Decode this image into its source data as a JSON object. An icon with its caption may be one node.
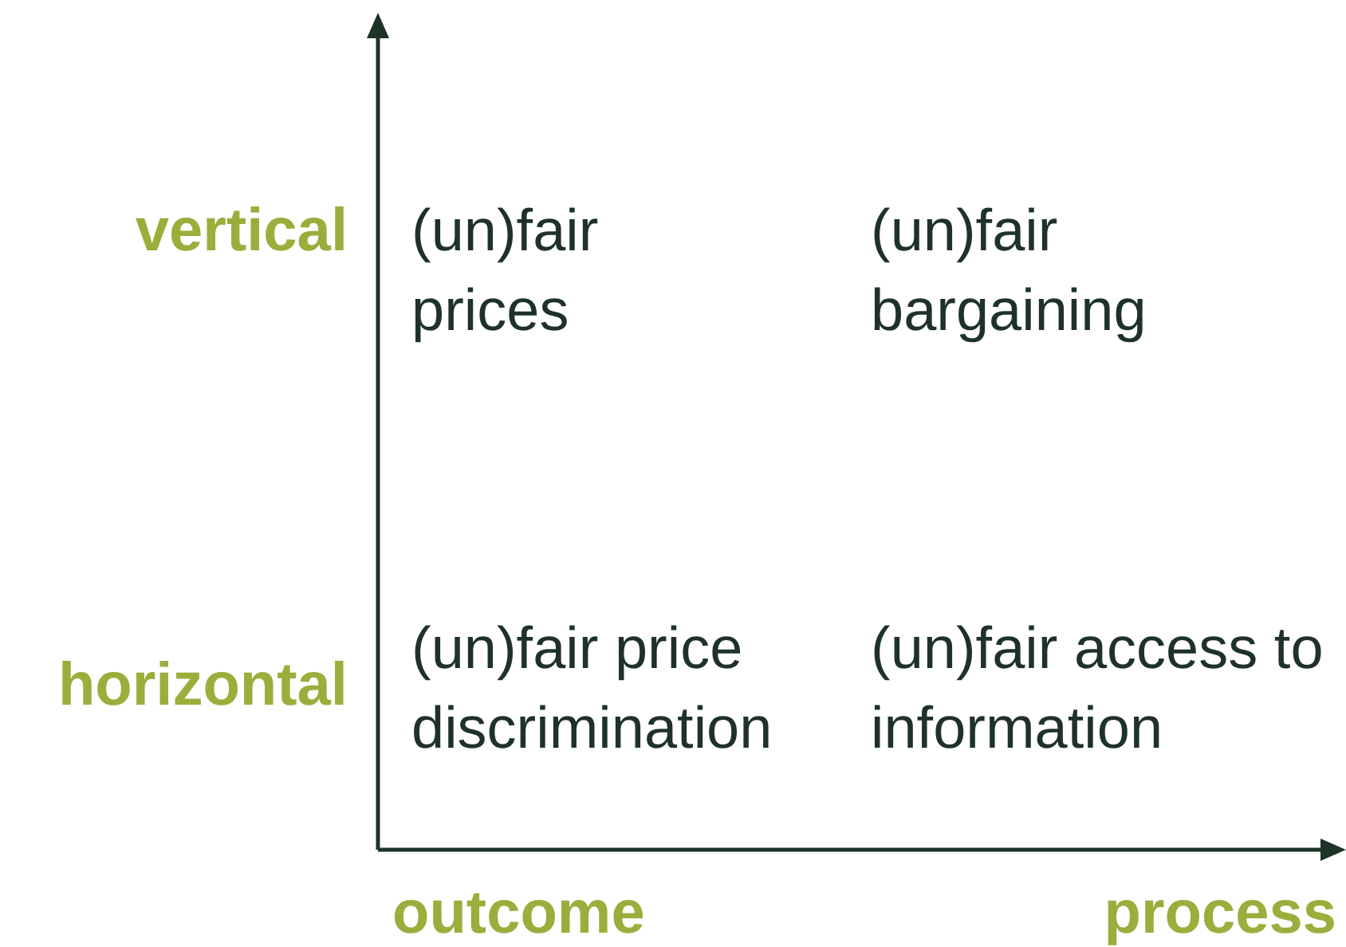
{
  "diagram": {
    "labels": [
      "vertical",
      "(un)fair prices",
      "(un)fair bargaining",
      "horizontal",
      "(un)fair price discrimination",
      "(un)fair access to information",
      "outcome",
      "process"
    ]
  }
}
